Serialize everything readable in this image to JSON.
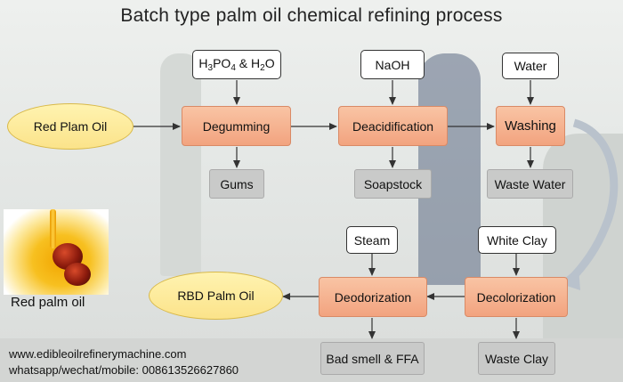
{
  "title": "Batch type palm oil chemical refining process",
  "nodes": {
    "red_plam_oil": "Red Plam Oil",
    "degumming": "Degumming",
    "deacidification": "Deacidification",
    "washing": "Washing",
    "deodorization": "Deodorization",
    "decolorization": "Decolorization",
    "rbd_palm_oil": "RBD Palm Oil"
  },
  "inputs": {
    "acids": {
      "h": "H",
      "three": "3",
      "po": "PO",
      "four": "4",
      "amp": " & H",
      "two": "2",
      "o": "O"
    },
    "naoh": "NaOH",
    "water": "Water",
    "steam": "Steam",
    "white_clay": "White Clay"
  },
  "outputs": {
    "gums": "Gums",
    "soapstock": "Soapstock",
    "waste_water": "Waste Water",
    "bad_smell": "Bad smell & FFA",
    "waste_clay": "Waste Clay"
  },
  "photo_caption": "Red palm oil",
  "footer": {
    "website": "www.edibleoilrefinerymachine.com",
    "contact": "whatsapp/wechat/mobile: 008613526627860"
  },
  "colors": {
    "step_fill": "#f2a37f",
    "oval_fill": "#fbe38a",
    "output_fill": "#c9cac9",
    "arrow": "#333333"
  }
}
